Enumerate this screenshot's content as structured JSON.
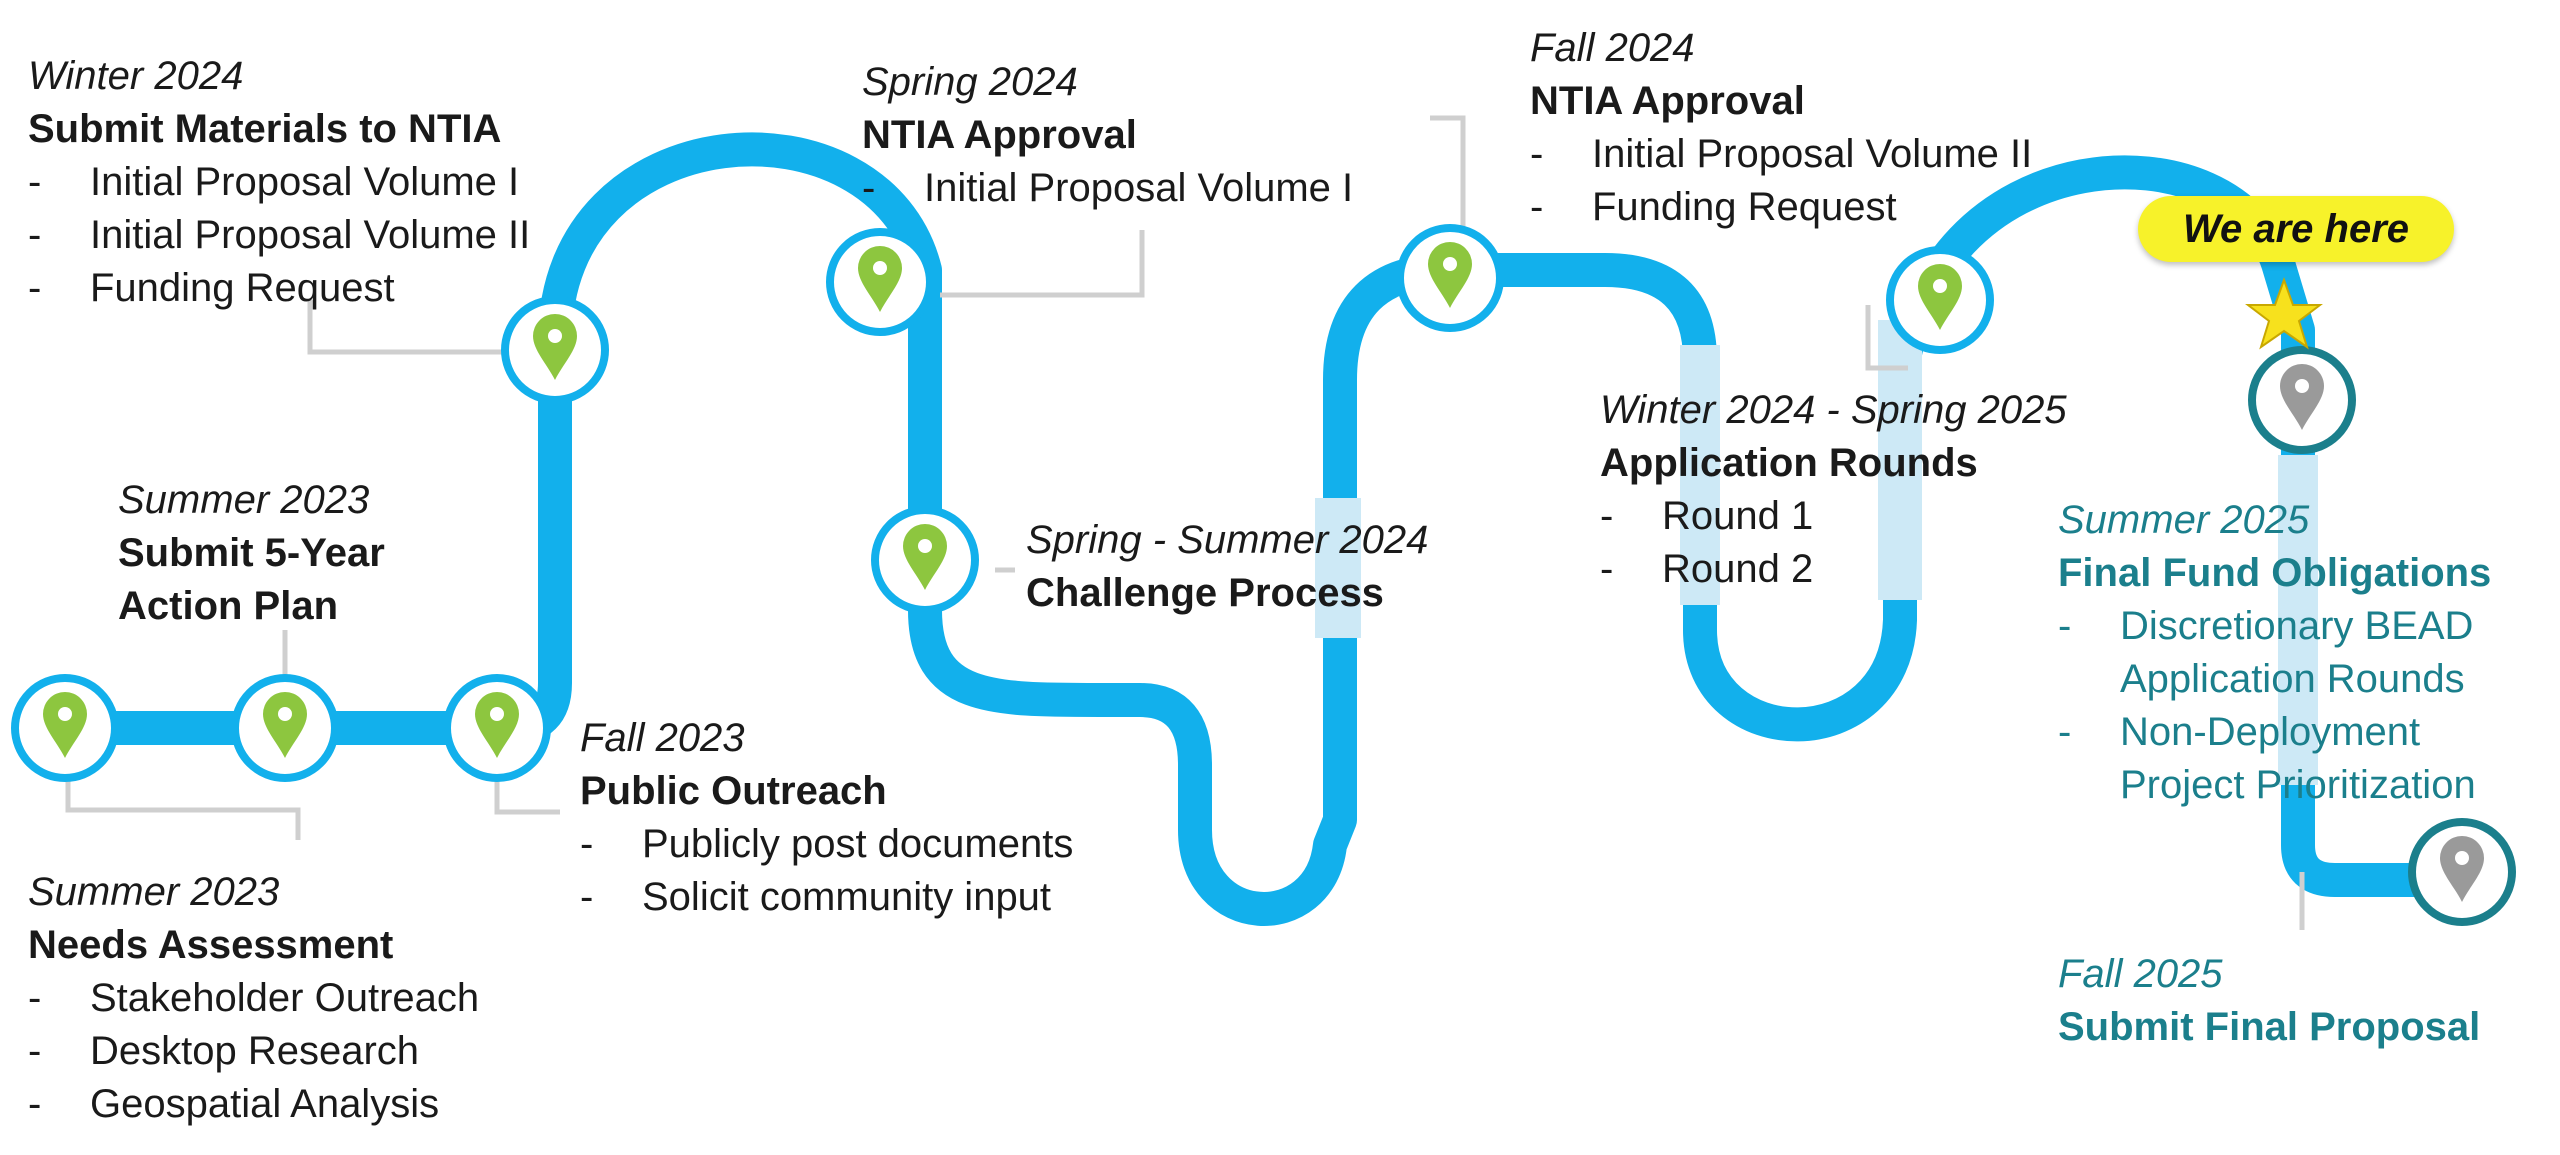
{
  "milestones": [
    {
      "id": "needs",
      "date": "Summer 2023",
      "title": "Needs Assessment",
      "items": [
        "Stakeholder Outreach",
        "Desktop Research",
        "Geospatial Analysis"
      ],
      "status": "done"
    },
    {
      "id": "plan",
      "date": "Summer 2023",
      "title_lines": [
        "Submit 5-Year",
        "Action Plan"
      ],
      "items": [],
      "status": "done"
    },
    {
      "id": "outreach",
      "date": "Fall 2023",
      "title": "Public Outreach",
      "items": [
        "Publicly post documents",
        "Solicit community input"
      ],
      "status": "done"
    },
    {
      "id": "submit",
      "date": "Winter 2024",
      "title": "Submit Materials to NTIA",
      "items": [
        "Initial Proposal Volume I",
        "Initial Proposal Volume II",
        "Funding Request"
      ],
      "status": "done"
    },
    {
      "id": "approval1",
      "date": "Spring 2024",
      "title": "NTIA Approval",
      "items": [
        "Initial Proposal Volume I"
      ],
      "status": "done"
    },
    {
      "id": "challenge",
      "date": "Spring - Summer 2024",
      "title": "Challenge Process",
      "items": [],
      "status": "done"
    },
    {
      "id": "approval2",
      "date": "Fall 2024",
      "title": "NTIA Approval",
      "items": [
        "Initial Proposal Volume II",
        "Funding Request"
      ],
      "status": "done"
    },
    {
      "id": "rounds",
      "date": "Winter 2024 - Spring 2025",
      "title": "Application Rounds",
      "items": [
        "Round 1",
        "Round 2"
      ],
      "status": "done"
    },
    {
      "id": "obligations",
      "date": "Summer 2025",
      "title": "Final Fund Obligations",
      "items": [
        [
          "Discretionary BEAD",
          "Application Rounds"
        ],
        [
          "Non-Deployment",
          "Project Prioritization"
        ]
      ],
      "status": "upcoming"
    },
    {
      "id": "final",
      "date": "Fall 2025",
      "title": "Submit Final Proposal",
      "items": [],
      "status": "upcoming"
    }
  ],
  "dash": "-",
  "marker": "We are here",
  "colors": {
    "road": "#12b0ec",
    "done_pin": "#8dc63f",
    "upcoming_pin": "#9a9a9a",
    "upcoming_ring": "#1b7f8c",
    "upcoming_text": "#1b7f8c",
    "marker": "#f7f22a",
    "star": "#f7e11d"
  }
}
